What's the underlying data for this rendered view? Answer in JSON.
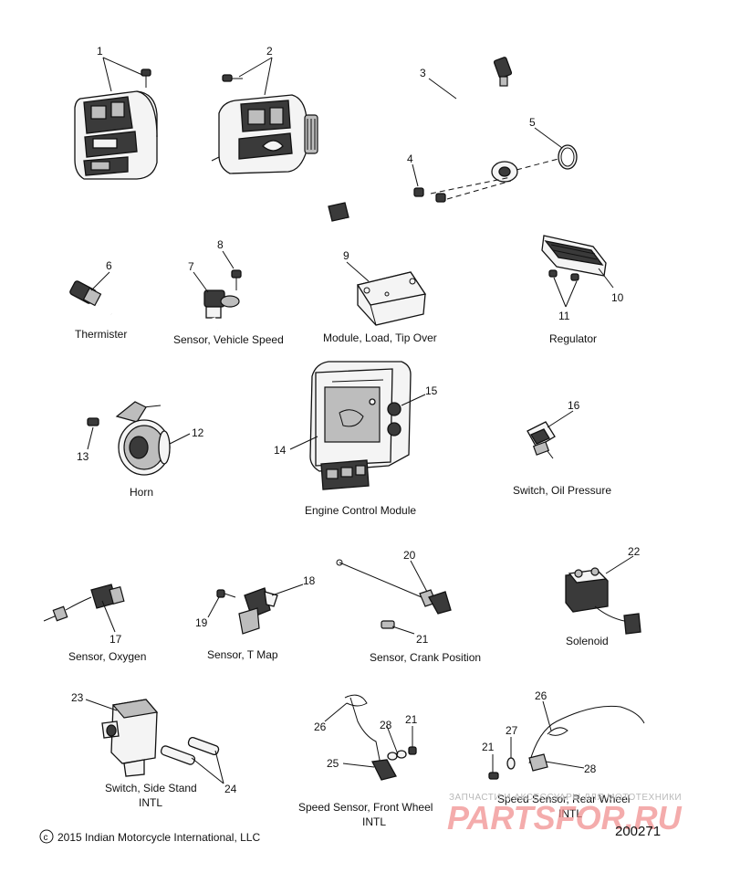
{
  "part_labels": {
    "thermister": "Thermister",
    "vehicle_speed_sensor": "Sensor, Vehicle Speed",
    "tip_over_module": "Module, Load, Tip Over",
    "regulator": "Regulator",
    "horn": "Horn",
    "engine_control_module": "Engine Control Module",
    "oil_pressure_switch": "Switch, Oil Pressure",
    "oxygen_sensor": "Sensor, Oxygen",
    "t_map_sensor": "Sensor, T Map",
    "crank_position_sensor": "Sensor, Crank Position",
    "solenoid": "Solenoid",
    "side_stand_switch": "Switch, Side Stand",
    "side_stand_switch_region": "INTL",
    "front_wheel_speed_sensor": "Speed Sensor, Front Wheel",
    "front_wheel_speed_sensor_region": "INTL",
    "rear_wheel_speed_sensor": "Speed Sensor, Rear Wheel",
    "rear_wheel_speed_sensor_region": "INTL"
  },
  "callouts": {
    "c1": "1",
    "c2": "2",
    "c3": "3",
    "c4": "4",
    "c5": "5",
    "c6": "6",
    "c7": "7",
    "c8": "8",
    "c9": "9",
    "c10": "10",
    "c11": "11",
    "c12": "12",
    "c13": "13",
    "c14": "14",
    "c15": "15",
    "c16": "16",
    "c17": "17",
    "c18": "18",
    "c19": "19",
    "c20": "20",
    "c21a": "21",
    "c22": "22",
    "c23": "23",
    "c24": "24",
    "c26a": "26",
    "c28a": "28",
    "c21b": "21",
    "c25": "25",
    "c26b": "26",
    "c21c": "21",
    "c27": "27",
    "c28b": "28"
  },
  "footer": {
    "copyright_symbol": "c",
    "copyright": "2015 Indian Motorcycle International, LLC",
    "drawing_number": "200271"
  },
  "watermark": {
    "tagline": "ЗАПЧАСТИ И АКСЕССУАРЫ ДЛЯ МОТОТЕХНИКИ",
    "brand": "PARTSFOR.RU"
  }
}
